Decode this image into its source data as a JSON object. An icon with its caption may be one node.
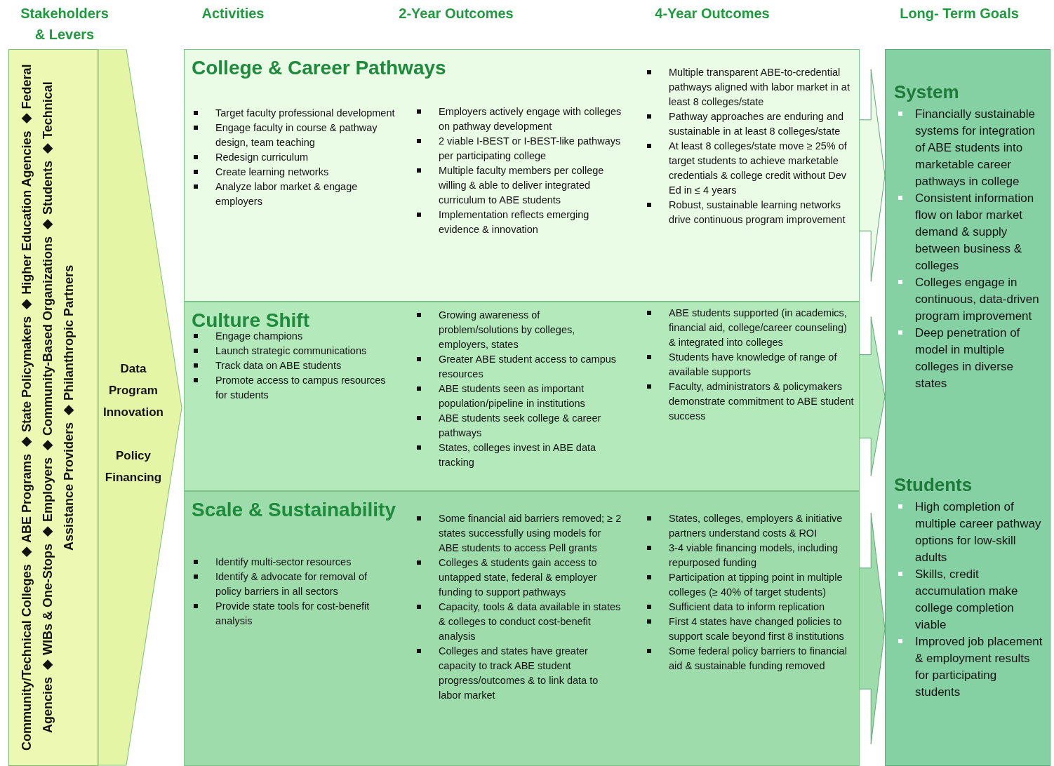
{
  "diagram": {
    "nodes": [
      {
        "text": [
          "Community/Technical Colleges ◆ ABE Programs ◆ State Policymakers ◆ Higher Education Agencies ◆ Federal Agencies ◆ WIBs & One-Stops ◆ Employers ◆ Community-Based Organizations ◆ Students ◆ Technical Assistance Providers ◆ Philanthropic Partners"
        ]
      },
      {
        "text": [
          "Data",
          "Program Innovation",
          "Policy",
          "Financing"
        ]
      },
      {
        "text": [
          "College & Career Pathways"
        ]
      },
      {
        "text": [
          "Target faculty professional development",
          "Engage faculty in course & pathway design, team teaching",
          "Redesign curriculum",
          "Create learning networks",
          "Analyze labor market & engage employers"
        ],
        "in": 2
      },
      {
        "text": [
          "Employers actively engage with colleges on pathway development",
          "2 viable I-BEST or I-BEST-like pathways per participating college",
          "Multiple faculty members per college willing & able to deliver integrated curriculum to ABE students",
          "Implementation reflects emerging evidence & innovation"
        ],
        "in": 2
      },
      {
        "text": [
          "Multiple transparent ABE-to-credential pathways aligned with labor market in at least 8 colleges/state",
          "Pathway approaches are enduring and sustainable in at least 8 colleges/state",
          "At least 8 colleges/state move ≥ 25% of target students to achieve marketable credentials & college credit without Dev Ed in ≤ 4 years",
          "Robust, sustainable learning networks drive continuous program improvement"
        ],
        "in": 2
      },
      {
        "text": [
          "Culture Shift"
        ]
      },
      {
        "text": [
          "Engage champions",
          "Launch strategic communications",
          "Track data on ABE students",
          "Promote access to campus resources for students"
        ],
        "in": 6
      },
      {
        "text": [
          "Growing awareness of problem/solutions by colleges, employers, states",
          "Greater ABE student access to campus resources",
          "ABE students seen as important population/pipeline in institutions",
          "ABE students seek college & career pathways",
          "States, colleges invest in ABE data tracking"
        ],
        "in": 6
      },
      {
        "text": [
          "ABE students supported (in academics, financial aid, college/career counseling) & integrated into colleges",
          "Students have knowledge of range of available supports",
          "Faculty, administrators & policymakers demonstrate commitment to ABE student success"
        ],
        "in": 6
      },
      {
        "text": [
          "Scale & Sustainability"
        ]
      },
      {
        "text": [
          "Identify multi-sector resources",
          "Identify & advocate for removal of policy barriers in all sectors",
          "Provide state tools for cost-benefit analysis"
        ],
        "in": 10
      },
      {
        "text": [
          "Some financial aid barriers removed; ≥ 2 states successfully using models for ABE students to access Pell grants",
          "Colleges & students gain access to untapped state, federal & employer funding to support pathways",
          "Capacity, tools & data available in states & colleges to conduct cost-benefit analysis",
          "Colleges and states have greater capacity to track ABE student progress/outcomes & to link data to labor market"
        ],
        "in": 10
      },
      {
        "text": [
          "States, colleges, employers & initiative partners understand costs & ROI",
          "3-4 viable financing models, including repurposed funding",
          "Participation at tipping point in multiple colleges (≥ 40% of target students)",
          "Sufficient data to inform replication",
          "First 4 states have changed policies to support scale beyond first 8 institutions",
          "Some federal policy barriers to financial aid & sustainable funding removed"
        ],
        "in": 10
      },
      {
        "text": [],
        "shape": "box"
      },
      {
        "text": [
          "System",
          "Financially sustainable systems for integration of ABE students into marketable career pathways in college",
          "Consistent information flow on labor market demand & supply between business & colleges",
          "Colleges engage in continuous, data-driven program improvement",
          "Deep penetration of model in multiple colleges in diverse states"
        ],
        "in": 14
      },
      {
        "text": [
          "Students",
          "High completion of multiple career pathway options for low-skill adults",
          "Skills, credit accumulation make college completion viable",
          "Improved job placement & employment results for participating students"
        ],
        "in": 14
      }
    ],
    "edges": [
      {
        "from": 2,
        "to": 14,
        "arrow": "to"
      },
      {
        "from": 6,
        "to": 14,
        "arrow": "to"
      },
      {
        "from": 10,
        "to": 14,
        "arrow": "to"
      }
    ],
    "labels": [
      "Stakeholders & Levers",
      "Activities",
      "2-Year Outcomes",
      "4-Year Outcomes",
      "Long- Term Goals"
    ]
  }
}
